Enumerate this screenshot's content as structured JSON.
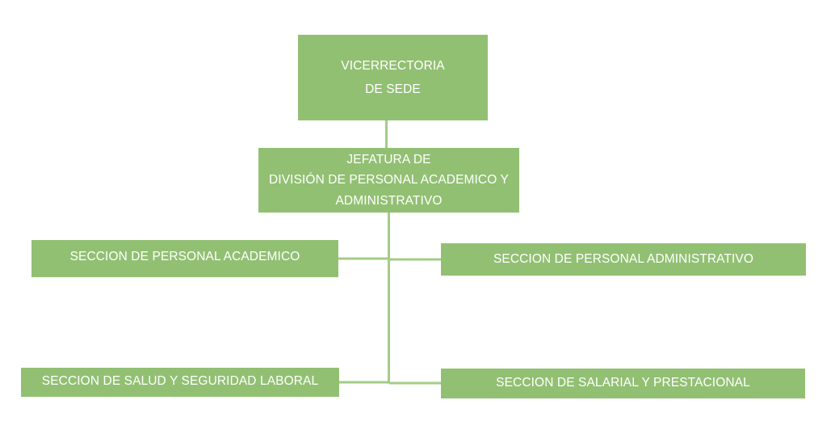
{
  "diagram": {
    "nodes": {
      "vicerrectoria": {
        "line1": "VICERRECTORIA",
        "line2": "DE SEDE"
      },
      "jefatura": {
        "line1": "JEFATURA DE",
        "line2": "DIVISIÓN DE PERSONAL ACADEMICO Y",
        "line3": "ADMINISTRATIVO"
      },
      "academico": {
        "label": "SECCION DE PERSONAL ACADEMICO"
      },
      "administrativo": {
        "label": "SECCION DE PERSONAL ADMINISTRATIVO"
      },
      "salud": {
        "label": "SECCION DE SALUD Y SEGURIDAD LABORAL"
      },
      "salarial": {
        "label": "SECCION DE SALARIAL Y PRESTACIONAL"
      }
    },
    "colors": {
      "box_fill": "#92c073",
      "connector": "#a3cc86",
      "text": "#ffffff"
    }
  }
}
